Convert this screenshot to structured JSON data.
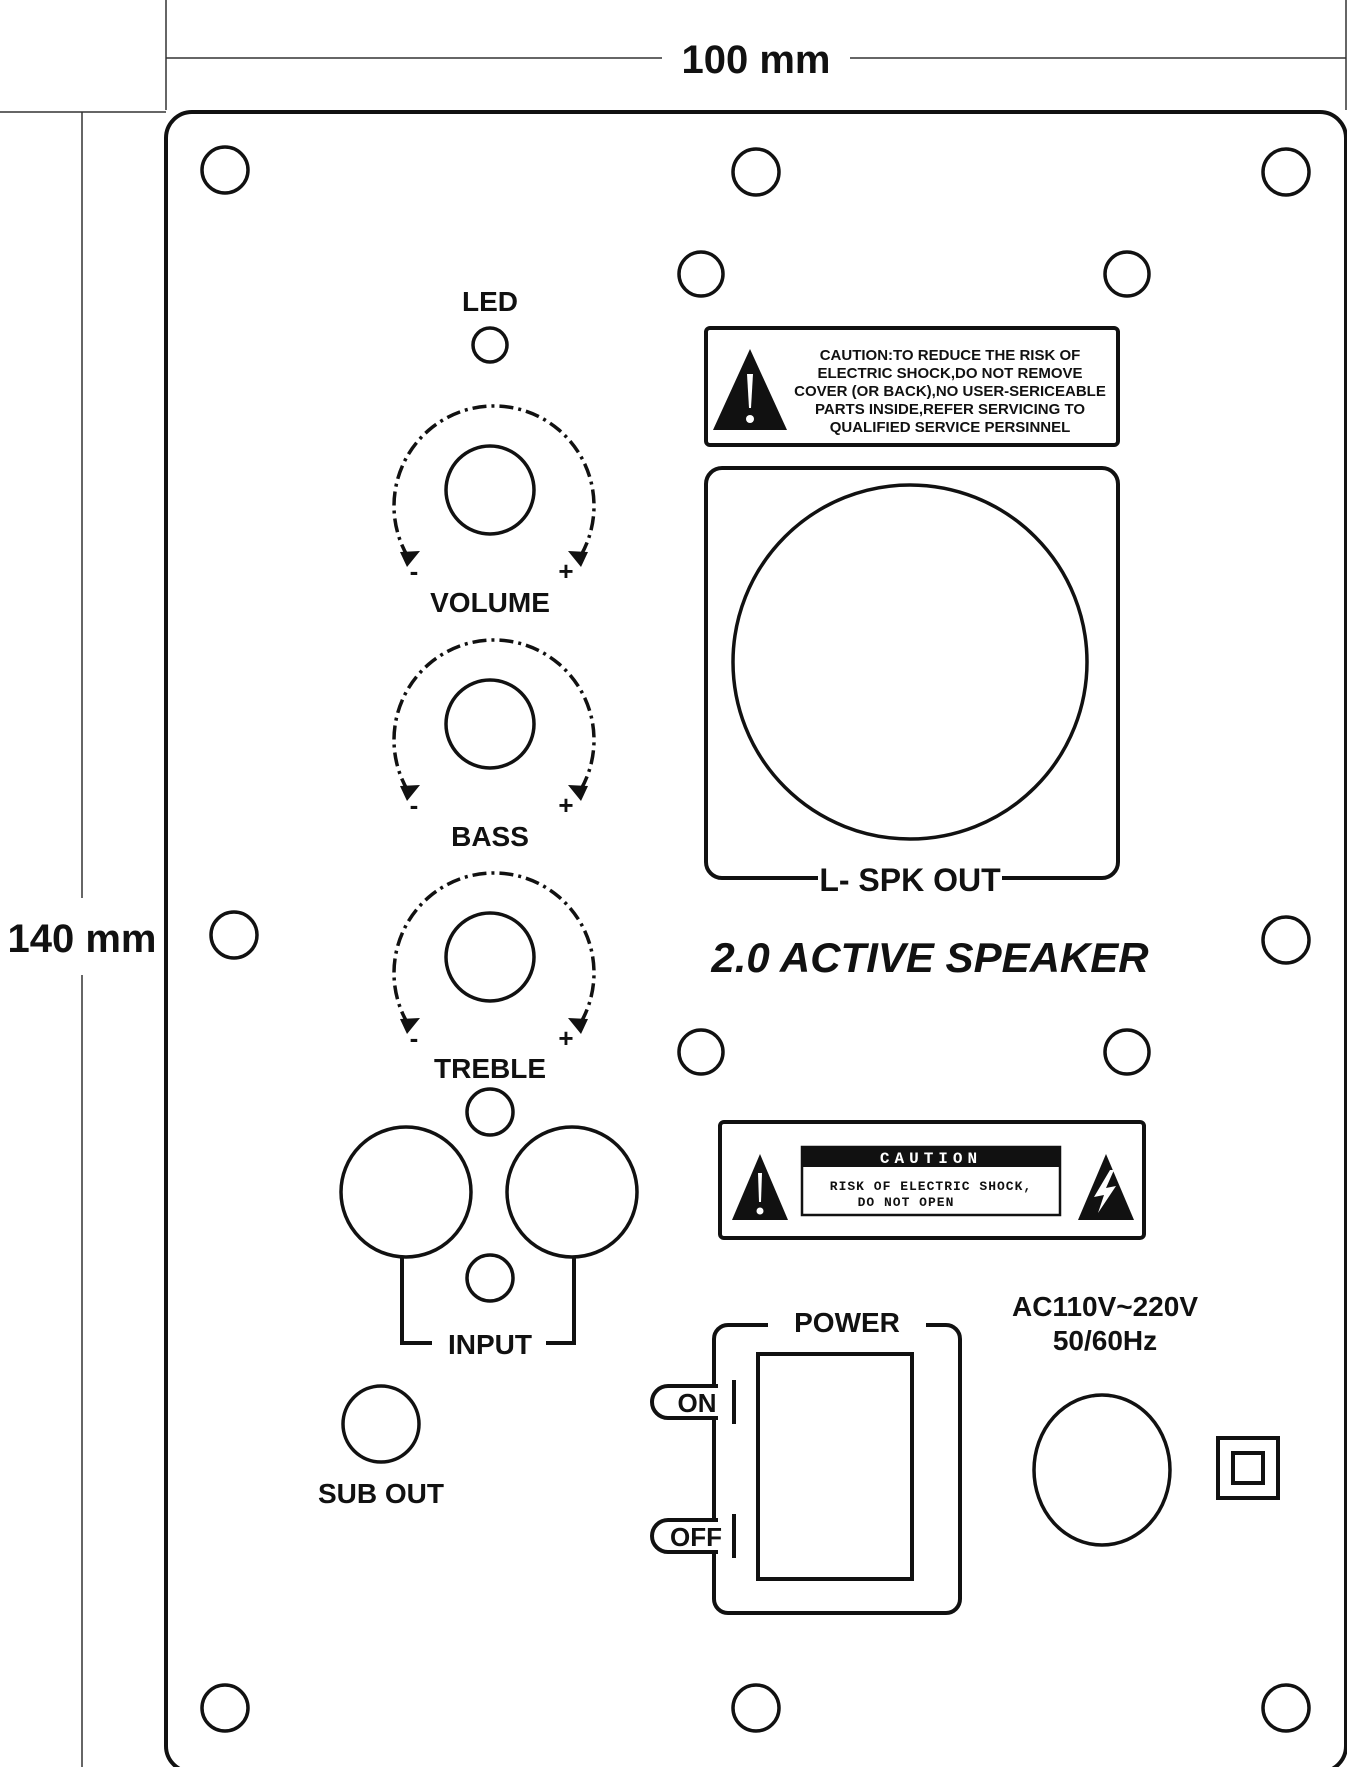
{
  "dimensions": {
    "width_label": "100 mm",
    "height_label": "140 mm"
  },
  "controls": {
    "led_label": "LED",
    "knobs": [
      {
        "label": "VOLUME",
        "minus": "-",
        "plus": "+"
      },
      {
        "label": "BASS",
        "minus": "-",
        "plus": "+"
      },
      {
        "label": "TREBLE",
        "minus": "-",
        "plus": "+"
      }
    ],
    "input_label": "INPUT",
    "sub_out_label": "SUB OUT"
  },
  "caution_top": {
    "lines": [
      "CAUTION:TO REDUCE THE RISK OF",
      "ELECTRIC SHOCK,DO NOT REMOVE",
      "COVER (OR BACK),NO USER-SERICEABLE",
      "PARTS INSIDE,REFER SERVICING TO",
      "QUALIFIED SERVICE PERSINNEL"
    ]
  },
  "speaker": {
    "label": "L- SPK OUT"
  },
  "product_title": "2.0 ACTIVE SPEAKER",
  "caution_bottom": {
    "header": "CAUTION",
    "line1": "RISK OF ELECTRIC SHOCK,",
    "line2": "DO NOT OPEN"
  },
  "power": {
    "label": "POWER",
    "on_label": "ON",
    "off_label": "OFF"
  },
  "ac_input": {
    "voltage": "AC110V~220V",
    "frequency": "50/60Hz"
  },
  "colors": {
    "ink": "#111111",
    "paper": "#ffffff"
  }
}
